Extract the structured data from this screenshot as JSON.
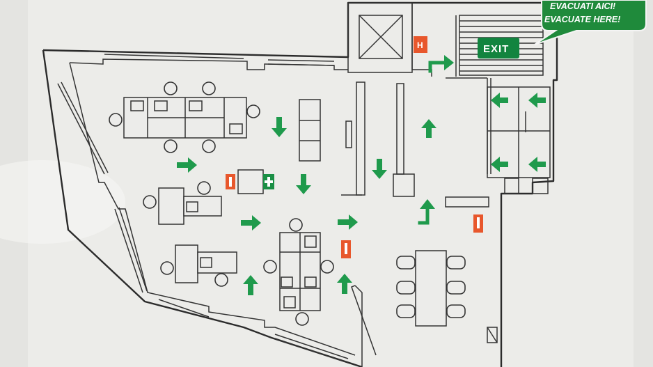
{
  "assembly_point": {
    "line1": "EVACUATI AICI!",
    "line2": "EVACUATE HERE!"
  },
  "exit_sign": {
    "label": "EXIT"
  },
  "hydrant_sign": {
    "label": "H"
  },
  "colors": {
    "evacuation_arrow": "#1f9a4c",
    "exit_sign": "#12843f",
    "fire_equipment": "#e8572c",
    "walls": "#2b2b2b",
    "paper": "#ecece9"
  },
  "legend_icons": [
    "fire-extinguisher-icon",
    "first-aid-icon",
    "hydrant-icon",
    "evacuation-arrow-icon"
  ]
}
